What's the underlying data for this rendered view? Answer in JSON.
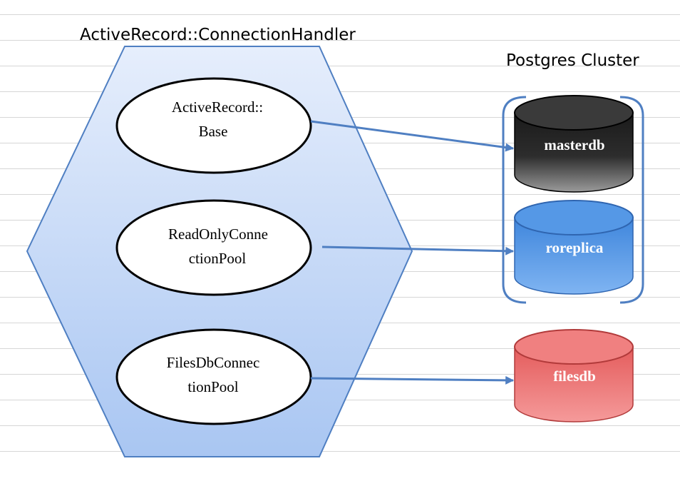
{
  "handler": {
    "title": "ActiveRecord::ConnectionHandler",
    "pools": [
      {
        "line1": "ActiveRecord::",
        "line2": "Base",
        "target": "masterdb"
      },
      {
        "line1": "ReadOnlyConne",
        "line2": "ctionPool",
        "target": "roreplica"
      },
      {
        "line1": "FilesDbConnec",
        "line2": "tionPool",
        "target": "filesdb"
      }
    ]
  },
  "cluster": {
    "title": "Postgres Cluster"
  },
  "databases": [
    {
      "name": "masterdb",
      "color": "#3a3a3a"
    },
    {
      "name": "roreplica",
      "color": "#4a8ee0"
    },
    {
      "name": "filesdb",
      "color": "#ea6b6b"
    }
  ],
  "colors": {
    "hexagon_fill": "#c6d9f8",
    "hexagon_stroke": "#4f7fc2",
    "arrow": "#4f7fc2"
  }
}
